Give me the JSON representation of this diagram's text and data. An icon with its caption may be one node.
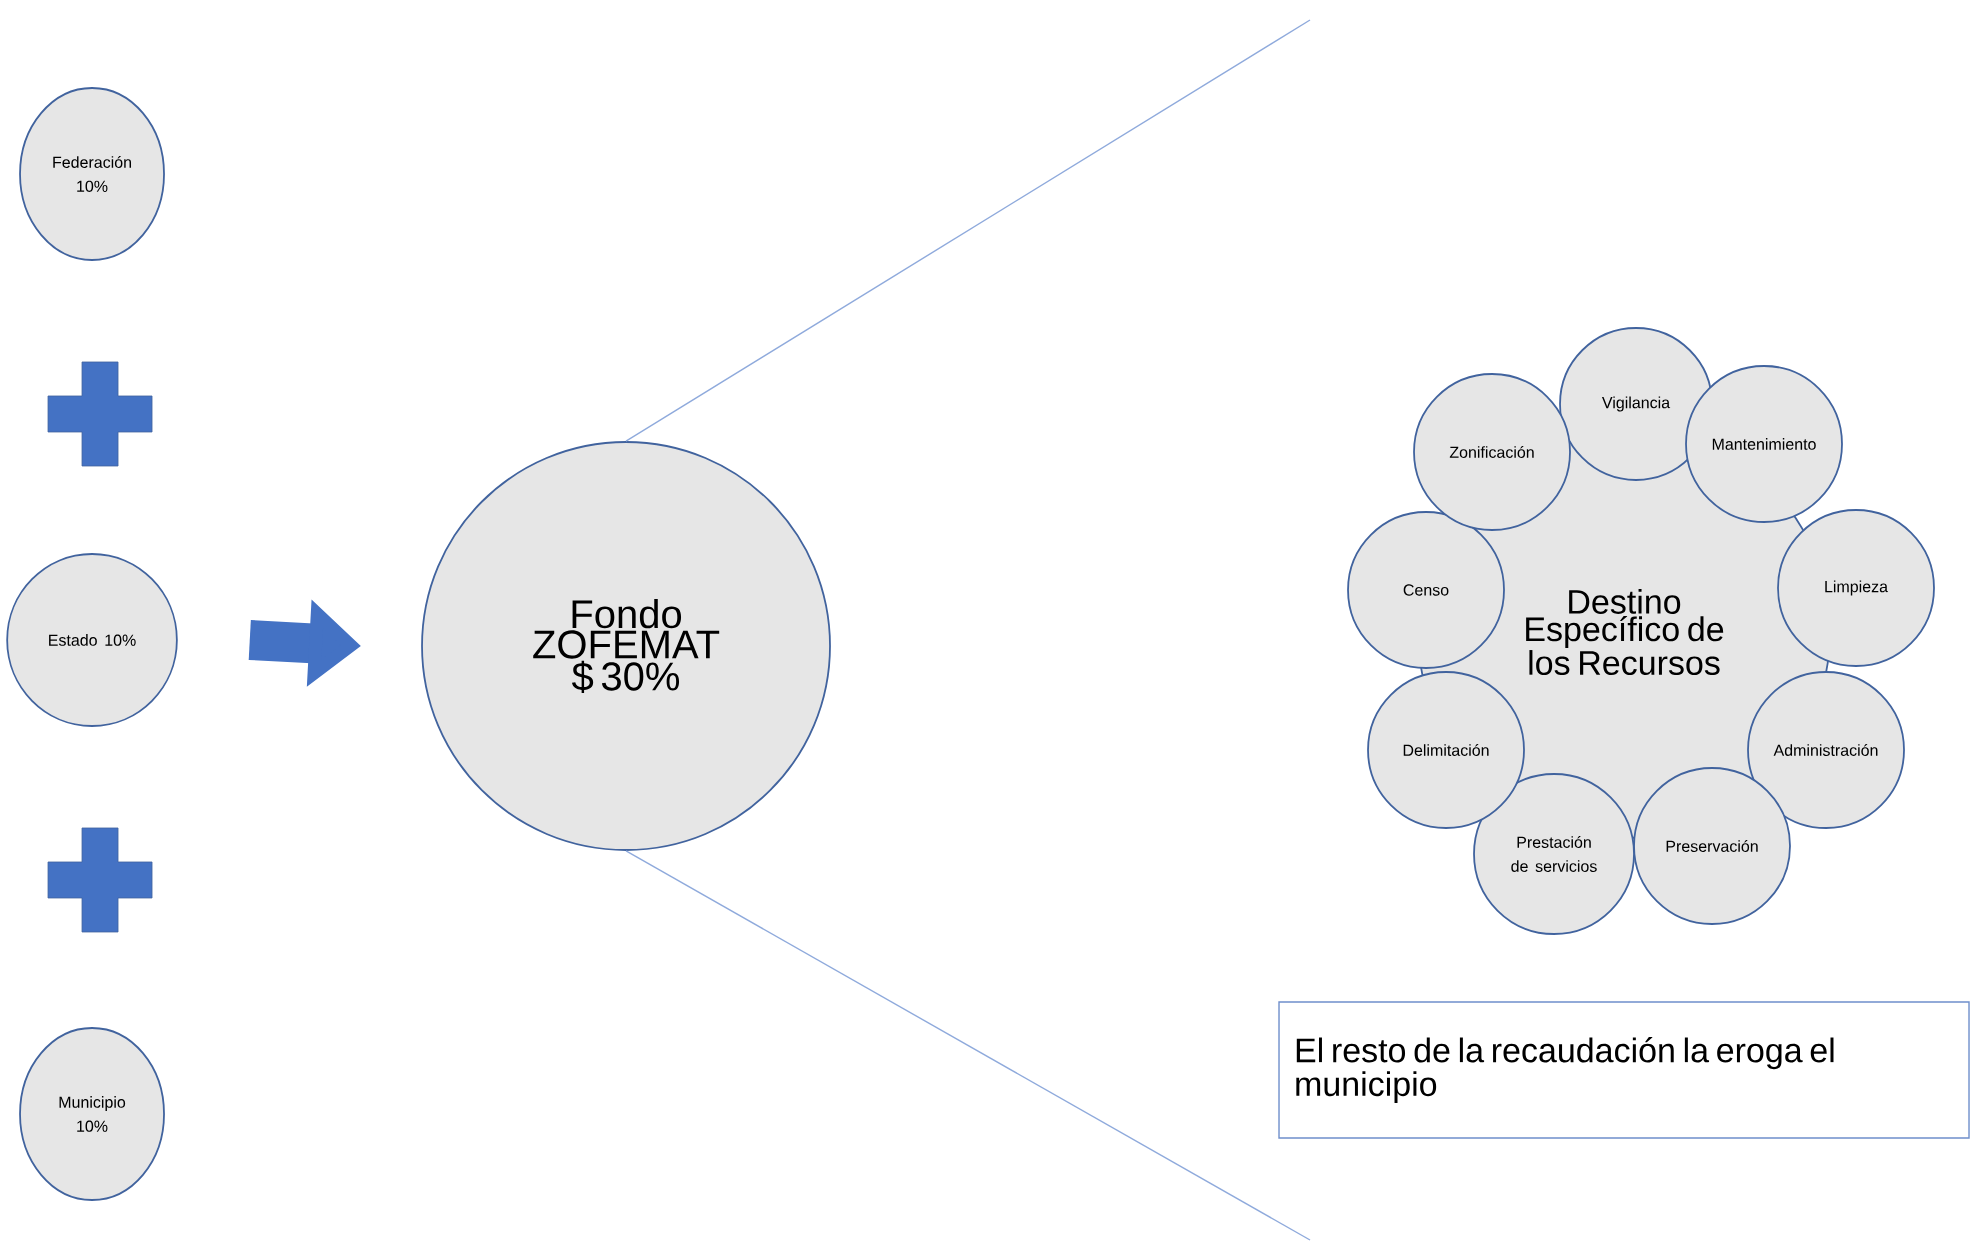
{
  "diagram": {
    "nodes": [
      {
        "text": [
          "Federación 10%"
        ]
      },
      {
        "text": [
          "Estado 10%"
        ]
      },
      {
        "text": [
          "Municipio 10%"
        ]
      },
      {
        "text": [
          "Fondo ZOFEMAT $ 30%"
        ]
      },
      {
        "text": [
          "Destino Específico de los Recursos"
        ]
      },
      {
        "text": [
          "Vigilancia"
        ]
      },
      {
        "text": [
          "Mantenimiento"
        ]
      },
      {
        "text": [
          "Limpieza"
        ]
      },
      {
        "text": [
          "Administración"
        ]
      },
      {
        "text": [
          "Preservación"
        ]
      },
      {
        "text": [
          "Prestación de servicios"
        ]
      },
      {
        "text": [
          "Delimitación"
        ]
      },
      {
        "text": [
          "Censo"
        ]
      },
      {
        "text": [
          "Zonificación"
        ]
      },
      {
        "text": [
          "El resto de la recaudación la eroga el municipio"
        ]
      }
    ],
    "edges": [
      {
        "from": 1,
        "to": 3,
        "arrow": "to",
        "style": "thick",
        "color": "#4472c4"
      },
      {
        "from": 3,
        "to": null,
        "arrow": "none",
        "color": "#8faadc"
      },
      {
        "from": 3,
        "to": null,
        "arrow": "none",
        "color": "#8faadc"
      }
    ]
  }
}
